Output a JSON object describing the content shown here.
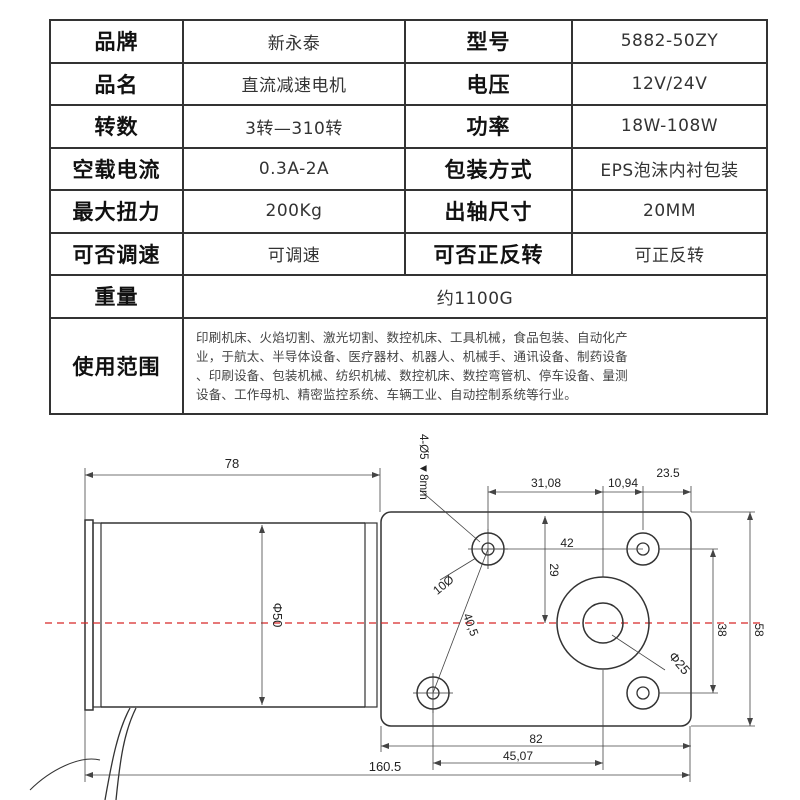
{
  "specs": {
    "rows": [
      {
        "l1": "品牌",
        "v1": "新永泰",
        "l2": "型号",
        "v2": "5882-50ZY"
      },
      {
        "l1": "品名",
        "v1": "直流减速电机",
        "l2": "电压",
        "v2": "12V/24V"
      },
      {
        "l1": "转数",
        "v1": "3转—310转",
        "l2": "功率",
        "v2": "18W-108W"
      },
      {
        "l1": "空载电流",
        "v1": "0.3A-2A",
        "l2": "包装方式",
        "v2": "EPS泡沫内衬包装"
      },
      {
        "l1": "最大扭力",
        "v1": "200Kg",
        "l2": "出轴尺寸",
        "v2": "20MM"
      },
      {
        "l1": "可否调速",
        "v1": "可调速",
        "l2": "可否正反转",
        "v2": "可正反转"
      }
    ],
    "weight": {
      "label": "重量",
      "value": "约1100G"
    },
    "scope": {
      "label": "使用范围",
      "lines": [
        "印刷机床、火焰切割、激光切割、数控机床、工具机械，食品包装、自动化产",
        "业，于航太、半导体设备、医疗器材、机器人、机械手、通讯设备、制药设备",
        "、印刷设备、包装机械、纺织机械、数控机床、数控弯管机、停车设备、量测",
        "设备、工作母机、精密监控系统、车辆工业、自动控制系统等行业。"
      ]
    }
  },
  "drawing": {
    "dim_78": "78",
    "dim_160_5": "160.5",
    "dim_phi50": "Φ50",
    "dim_hole": "4-Ø5 ▼8mm",
    "dim_31_08": "31,08",
    "dim_10_94": "10,94",
    "dim_23_5": "23.5",
    "dim_42": "42",
    "dim_29": "29",
    "dim_phi10": "10Ø",
    "dim_40_5": "40,5",
    "dim_38": "38",
    "dim_58": "58",
    "dim_phi25": "Φ25",
    "dim_82": "82",
    "dim_45_07": "45,07",
    "colors": {
      "line": "#333333",
      "centerline": "#d62828",
      "dim": "#444444"
    }
  }
}
